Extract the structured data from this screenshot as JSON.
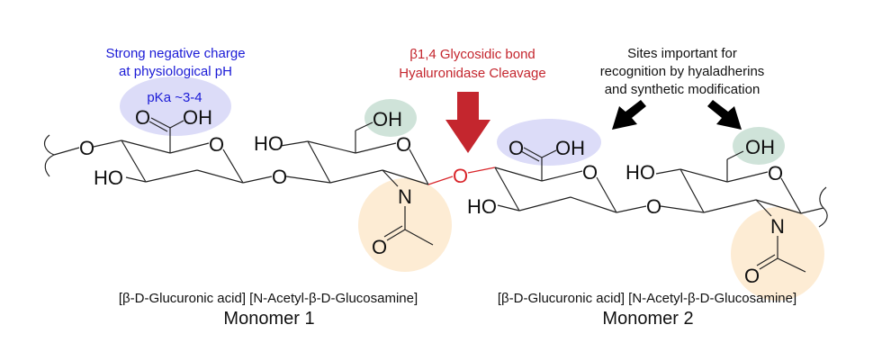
{
  "annotations": {
    "charge": {
      "line1": "Strong negative charge",
      "line2": "at physiological pH",
      "pka": "pKa ~3-4",
      "color": "#1a1ad6"
    },
    "cleavage": {
      "line1": "β1,4 Glycosidic bond",
      "line2": "Hyaluronidase Cleavage",
      "color": "#c4262e"
    },
    "sites": {
      "line1": "Sites important for",
      "line2": "recognition by hyaladherins",
      "line3": "and synthetic modification"
    }
  },
  "highlights": {
    "carboxyl_color": "#dcdcf8",
    "hydroxyl_color": "#cfe3d9",
    "acetyl_color": "#fdecd4",
    "arrow_red": "#c4262e"
  },
  "atoms": {
    "O": "O",
    "OH": "OH",
    "HO": "HO",
    "N": "N"
  },
  "monomers": [
    {
      "components": "[β-D-Glucuronic acid] [N-Acetyl-β-D-Glucosamine]",
      "name": "Monomer 1"
    },
    {
      "components": "[β-D-Glucuronic acid] [N-Acetyl-β-D-Glucosamine]",
      "name": "Monomer 2"
    }
  ]
}
